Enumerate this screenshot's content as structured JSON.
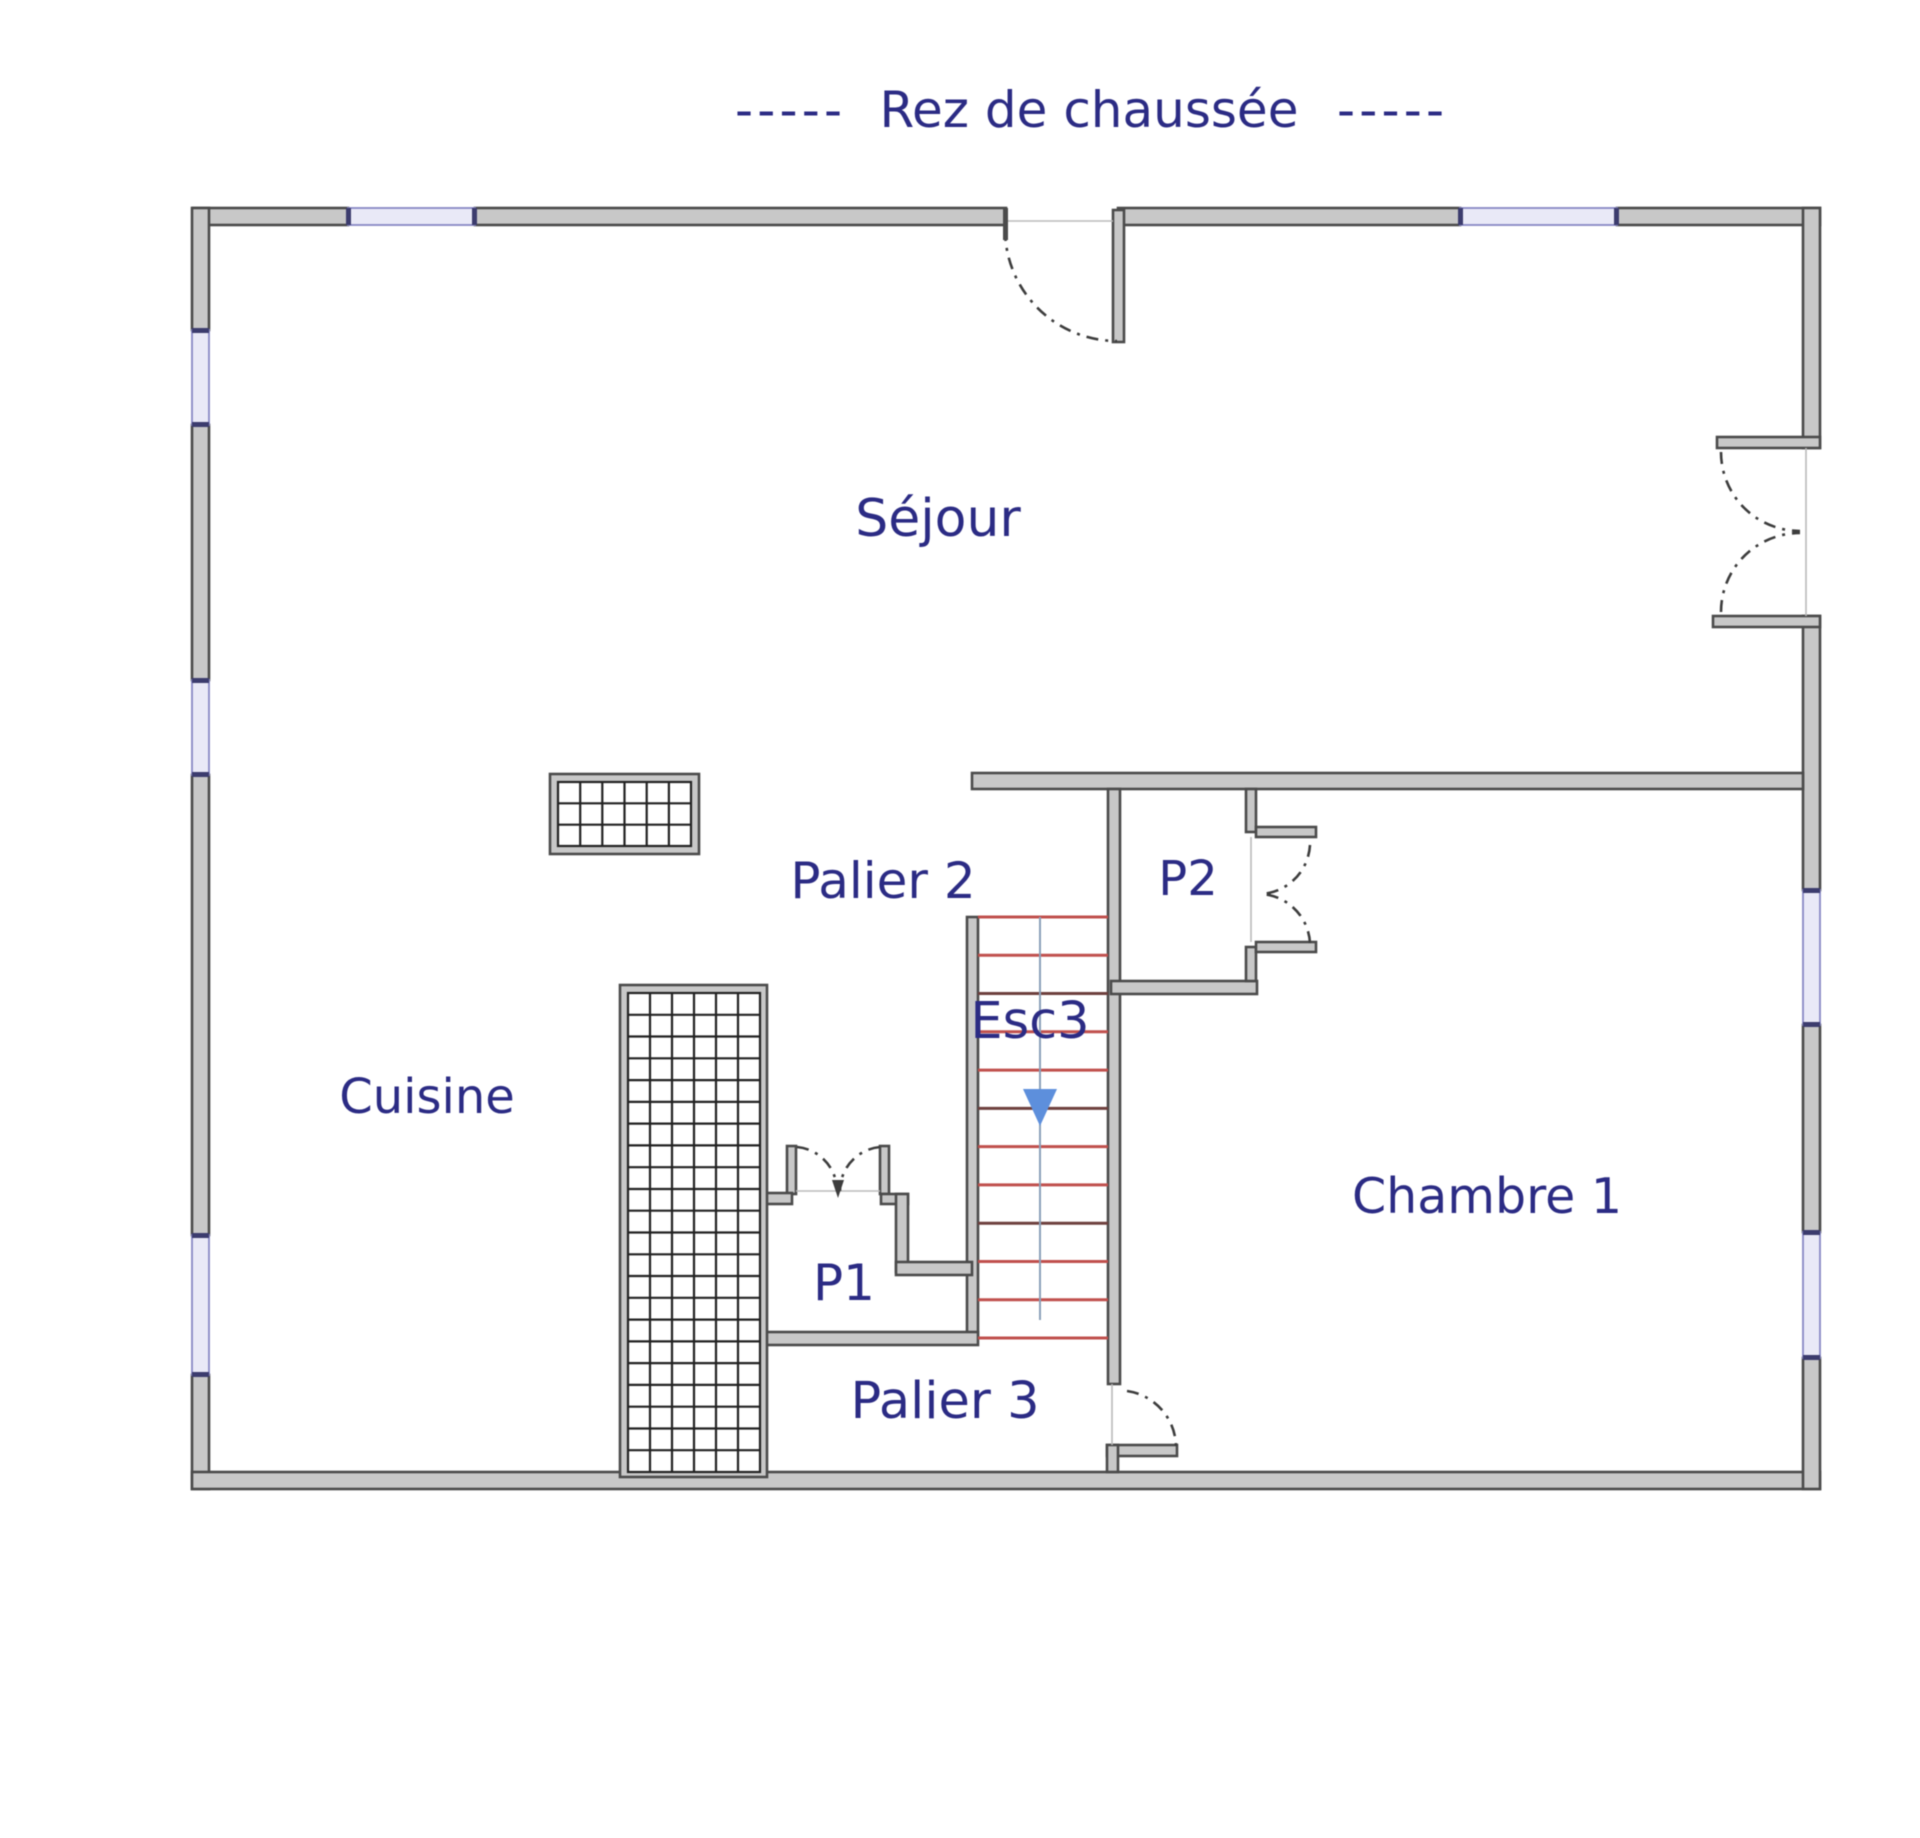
{
  "document": {
    "type": "floor-plan",
    "floor": "ground-floor"
  },
  "title": {
    "dash_left": "-----",
    "text": "Rez de chaussée",
    "dash_right": "-----"
  },
  "rooms": [
    {
      "id": "sejour",
      "label": "Séjour"
    },
    {
      "id": "cuisine",
      "label": "Cuisine"
    },
    {
      "id": "chambre1",
      "label": "Chambre 1"
    },
    {
      "id": "palier2",
      "label": "Palier 2"
    },
    {
      "id": "p2",
      "label": "P2"
    },
    {
      "id": "p1",
      "label": "P1"
    },
    {
      "id": "palier3",
      "label": "Palier 3"
    }
  ],
  "stair": {
    "label": "Esc3",
    "direction": "down"
  },
  "features": {
    "windows": 7,
    "door_swings": 6,
    "hatched_blocks": 2
  },
  "colors": {
    "paper": "#ffffff",
    "wall-fill": "#c8c8c8",
    "wall-edge": "#4b4b4b",
    "win-fill": "#e9e9f7",
    "win-edge": "#8787c4",
    "win-cap": "#3c3c6e",
    "hatch-line": "#222222",
    "stair-red": "#c0504d",
    "stair-dark": "#6e403e",
    "stair-axis": "#8ba1b9",
    "arrow-blue": "#5d8fdc",
    "door-line": "#3d3d3d",
    "thin-line": "#b9b9b9",
    "label-color": "#2b2b84"
  }
}
